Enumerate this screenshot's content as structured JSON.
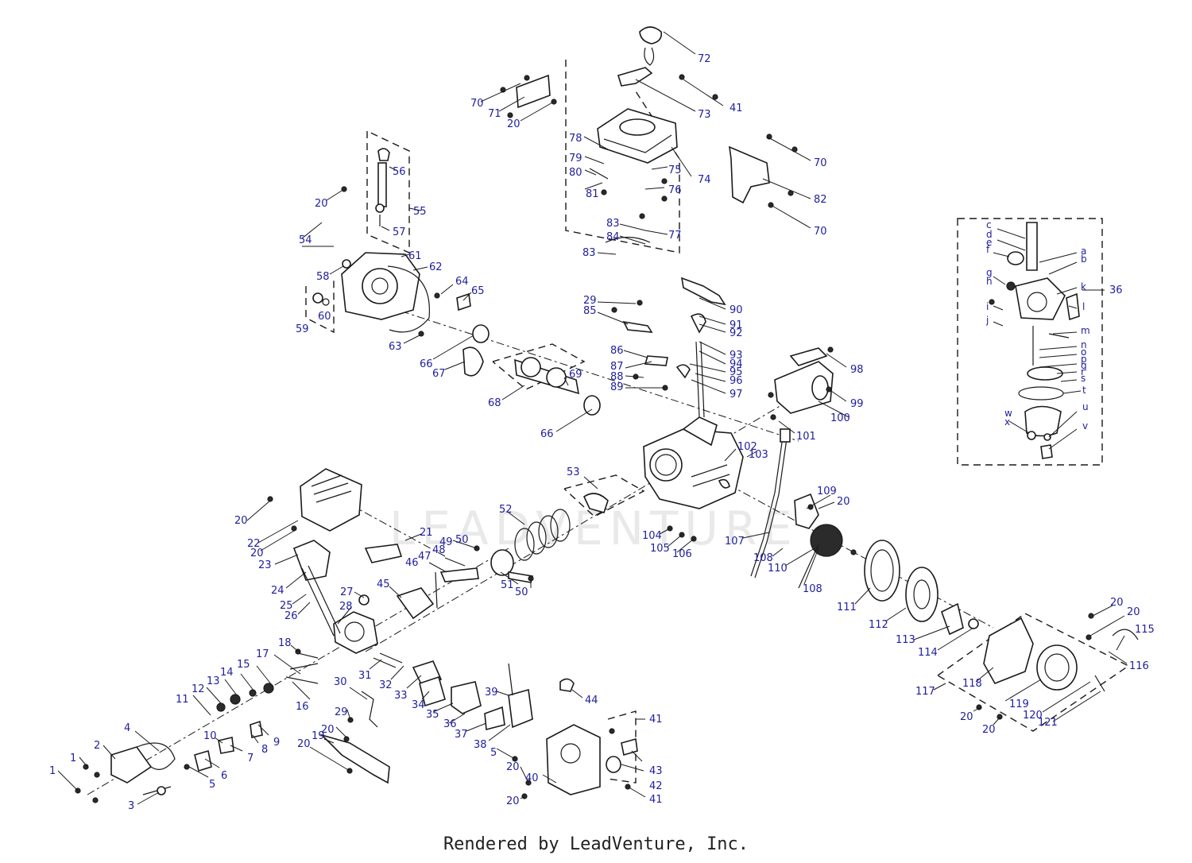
{
  "footer": {
    "text": "Rendered by LeadVenture, Inc."
  },
  "watermark": {
    "text": "LEADVENTURE"
  },
  "colors": {
    "callout": "#2020a0",
    "line": "#1a1a1a",
    "watermark": "#e9e9e9"
  },
  "callouts": {
    "c1a": "1",
    "c1b": "1",
    "c2": "2",
    "c3": "3",
    "c4": "4",
    "c5a": "5",
    "c5b": "5",
    "c6": "6",
    "c7": "7",
    "c8": "8",
    "c9": "9",
    "c10": "10",
    "c11": "11",
    "c12": "12",
    "c13": "13",
    "c14": "14",
    "c15": "15",
    "c16": "16",
    "c17": "17",
    "c18": "18",
    "c19": "19",
    "c20a": "20",
    "c20b": "20",
    "c20c": "20",
    "c20d": "20",
    "c20e": "20",
    "c20f": "20",
    "c20g": "20",
    "c20h": "20",
    "c20i": "20",
    "c20j": "20",
    "c20k": "20",
    "c20l": "20",
    "c20m": "20",
    "c21": "21",
    "c22": "22",
    "c23": "23",
    "c24": "24",
    "c25": "25",
    "c26": "26",
    "c27": "27",
    "c28": "28",
    "c29a": "29",
    "c29b": "29",
    "c30": "30",
    "c31": "31",
    "c32": "32",
    "c33": "33",
    "c34": "34",
    "c35": "35",
    "c36a": "36",
    "c36b": "36",
    "c37": "37",
    "c38": "38",
    "c39": "39",
    "c40": "40",
    "c41a": "41",
    "c41b": "41",
    "c41c": "41",
    "c42": "42",
    "c43": "43",
    "c44": "44",
    "c45": "45",
    "c46": "46",
    "c47": "47",
    "c48": "48",
    "c49": "49",
    "c50a": "50",
    "c50b": "50",
    "c51": "51",
    "c52": "52",
    "c53": "53",
    "c54": "54",
    "c55": "55",
    "c56": "56",
    "c57": "57",
    "c58": "58",
    "c59": "59",
    "c60": "60",
    "c61": "61",
    "c62": "62",
    "c63": "63",
    "c64": "64",
    "c65": "65",
    "c66a": "66",
    "c66b": "66",
    "c67": "67",
    "c68": "68",
    "c69": "69",
    "c70a": "70",
    "c70b": "70",
    "c70c": "70",
    "c71": "71",
    "c72": "72",
    "c73": "73",
    "c74": "74",
    "c75": "75",
    "c76": "76",
    "c77": "77",
    "c78": "78",
    "c79": "79",
    "c80": "80",
    "c81": "81",
    "c82": "82",
    "c83a": "83",
    "c83b": "83",
    "c84": "84",
    "c85": "85",
    "c86": "86",
    "c87": "87",
    "c88": "88",
    "c89": "89",
    "c90": "90",
    "c91": "91",
    "c92": "92",
    "c93": "93",
    "c94": "94",
    "c95": "95",
    "c96": "96",
    "c97": "97",
    "c98": "98",
    "c99": "99",
    "c100": "100",
    "c101": "101",
    "c102": "102",
    "c103": "103",
    "c104": "104",
    "c105": "105",
    "c106": "106",
    "c107": "107",
    "c108a": "108",
    "c108b": "108",
    "c109": "109",
    "c110": "110",
    "c111": "111",
    "c112": "112",
    "c113": "113",
    "c114": "114",
    "c115": "115",
    "c116": "116",
    "c117": "117",
    "c118": "118",
    "c119": "119",
    "c120": "120",
    "c121": "121",
    "la": "a",
    "lb": "b",
    "lc": "c",
    "ld": "d",
    "le": "e",
    "lf": "f",
    "lg": "g",
    "lh": "h",
    "li": "i",
    "lj": "j",
    "lk": "k",
    "ll": "l",
    "lm": "m",
    "ln": "n",
    "lo": "o",
    "lp": "p",
    "lq": "q",
    "lr": "r",
    "ls": "s",
    "lt": "t",
    "lu": "u",
    "lv": "v",
    "lw": "w",
    "lx": "x"
  }
}
